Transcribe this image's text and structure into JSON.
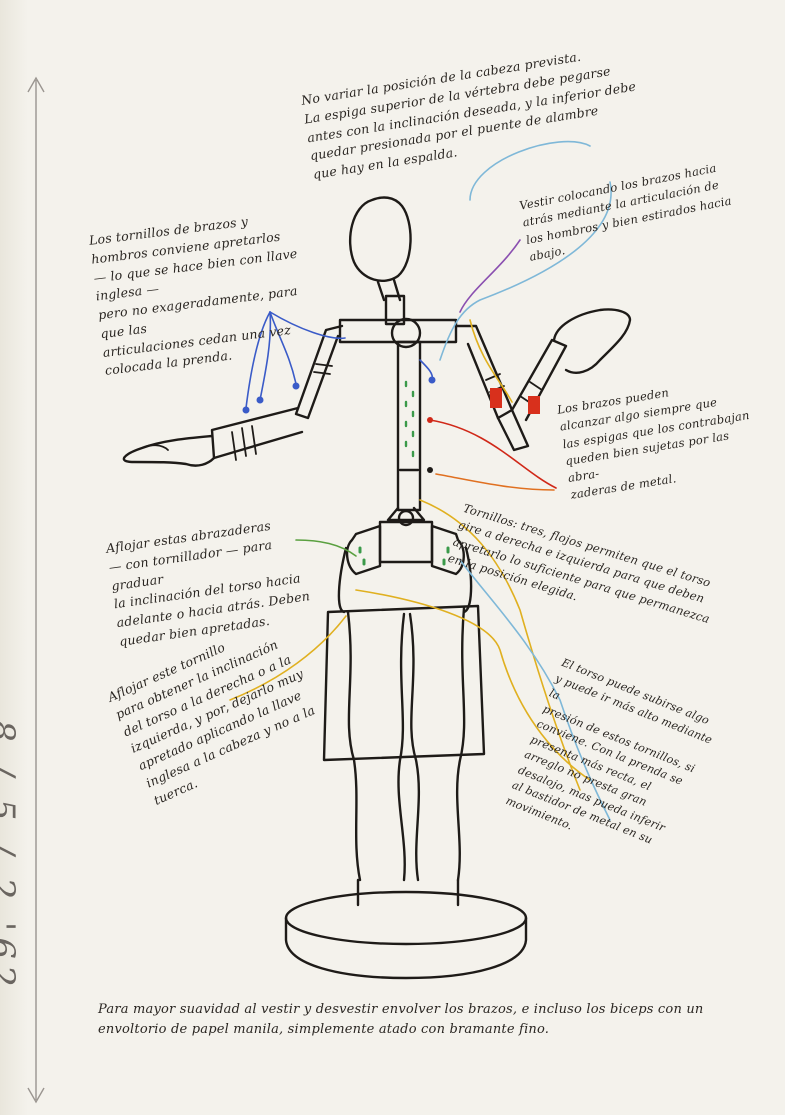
{
  "notes": {
    "head": "No variar la posición de la cabeza prevista.\nLa espiga superior de la vértebra debe pegarse\nantes con la inclinación deseada, y la inferior debe\nquedar presionada por el puente de alambre\nque hay en la espalda.",
    "screws": "Los tornillos de brazos y\nhombros conviene apretarlos\n— lo que se hace bien con llave inglesa —\npero no exageradamente, para que las\narticulaciones cedan una vez\ncolocada la prenda.",
    "move": "Vestir colocando los brazos hacia\natrás mediante la articulación de\nlos hombros y bien estirados hacia\nabajo.",
    "arms": "Los brazos pueden\nalcanzar algo siempre que\nlas espigas que los contrabajan\nqueden bien sujetas por las abra-\nzaderas de metal.",
    "washers": "Aflojar estas abrazaderas\n— con tornillador — para graduar\nla inclinación del torso hacia\nadelante o hacia atrás. Deben\nquedar bien apretadas.",
    "tighten": "Tornillos: tres, flojos permiten que el torso\ngire a derecha e izquierda para que deben\napretarlo lo suficiente para que permanezca\nen la posición elegida.",
    "torso": "El torso puede subirse algo\ny puede ir más alto mediante la\npresión de estos tornillos, si\nconviene. Con la prenda se\npresenta más recta, el\narreglo no presta gran\ndesalojo, mas pueda inferir\nal bastidor de metal en su\nmovimiento.",
    "left": "Aflojar este tornillo\npara obtener la inclinación\ndel torso a la derecha o a la\nizquierda, y por, dejarlo muy\napretado aplicando la llave\ninglesa a la cabeza y no a la\ntuerca.",
    "bottom": "Para mayor suavidad al vestir y desvestir envolver los brazos, e incluso los biceps con un envoltorio de papel manila, simplemente atado con bramante fino.",
    "date": "8 / 5 / 2 '62"
  },
  "colors": {
    "paper": "#f4f2ec",
    "ink": "#2a2622",
    "blue": "#3a5bc8",
    "lightblue": "#7fb8d8",
    "purple": "#8a4fb0",
    "green": "#5aa040",
    "yellow": "#e0b020",
    "orange": "#e07020",
    "red": "#d02818"
  }
}
